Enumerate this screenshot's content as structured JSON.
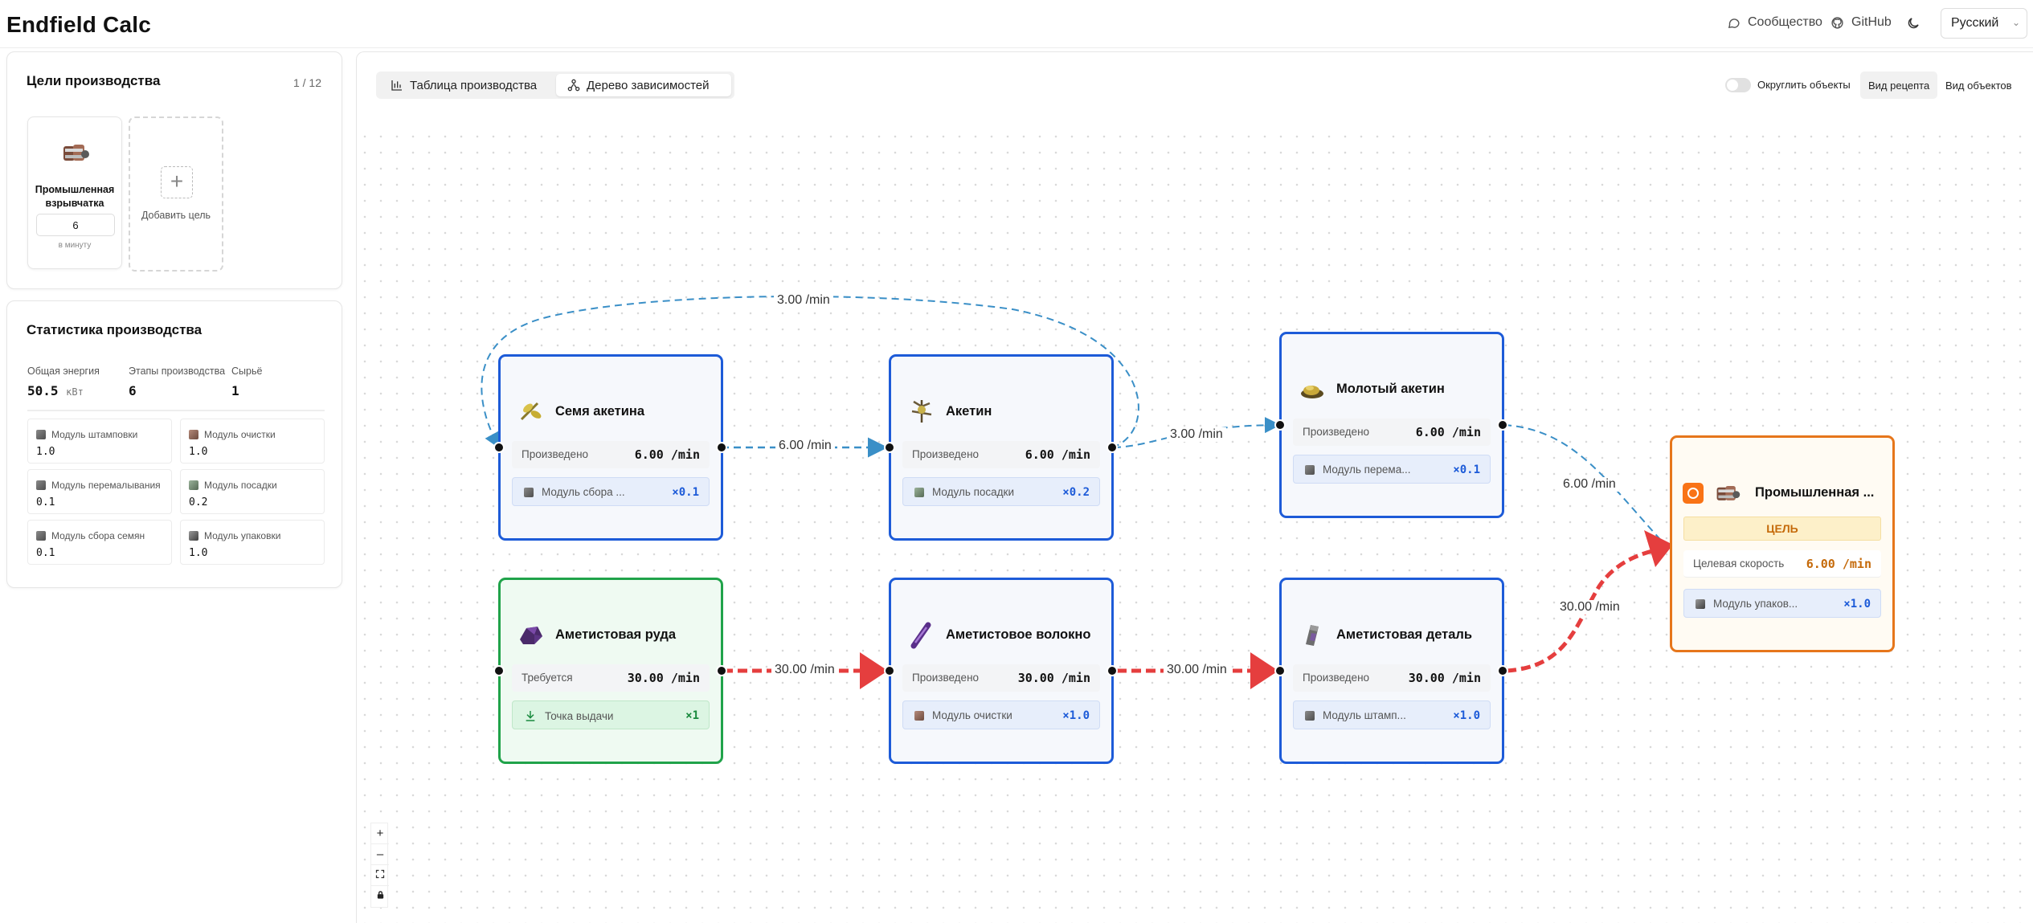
{
  "app": {
    "title": "Endfield Calc"
  },
  "header": {
    "community": "Сообщество",
    "github": "GitHub",
    "language": "Русский"
  },
  "goals": {
    "title": "Цели производства",
    "count": "1 / 12",
    "items": [
      {
        "name": "Промышленная взрывчатка",
        "value": "6",
        "unit": "в минуту"
      }
    ],
    "add_label": "Добавить цель"
  },
  "stats": {
    "title": "Статистика производства",
    "energy_label": "Общая энергия",
    "energy_value": "50.5",
    "energy_unit": "кВт",
    "stages_label": "Этапы производства",
    "stages_value": "6",
    "raw_label": "Сырьё",
    "raw_value": "1",
    "modules": [
      {
        "name": "Модуль штамповки",
        "value": "1.0"
      },
      {
        "name": "Модуль очистки",
        "value": "1.0"
      },
      {
        "name": "Модуль перемалывания",
        "value": "0.1"
      },
      {
        "name": "Модуль посадки",
        "value": "0.2"
      },
      {
        "name": "Модуль сбора семян",
        "value": "0.1"
      },
      {
        "name": "Модуль упаковки",
        "value": "1.0"
      }
    ]
  },
  "toolbar": {
    "tab_table": "Таблица производства",
    "tab_tree": "Дерево зависимостей",
    "round_label": "Округлить объекты",
    "view_recipe": "Вид рецепта",
    "view_objects": "Вид объектов"
  },
  "nodes": {
    "seed": {
      "title": "Семя акетина",
      "row_label": "Произведено",
      "row_value": "6.00 /min",
      "module": "Модуль сбора ...",
      "mult": "×0.1"
    },
    "aketin": {
      "title": "Акетин",
      "row_label": "Произведено",
      "row_value": "6.00 /min",
      "module": "Модуль посадки",
      "mult": "×0.2"
    },
    "ground": {
      "title": "Молотый акетин",
      "row_label": "Произведено",
      "row_value": "6.00 /min",
      "module": "Модуль перема...",
      "mult": "×0.1"
    },
    "ore": {
      "title": "Аметистовая руда",
      "row_label": "Требуется",
      "row_value": "30.00 /min",
      "module": "Точка выдачи",
      "mult": "×1"
    },
    "fiber": {
      "title": "Аметистовое волокно",
      "row_label": "Произведено",
      "row_value": "30.00 /min",
      "module": "Модуль очистки",
      "mult": "×1.0"
    },
    "part": {
      "title": "Аметистовая деталь",
      "row_label": "Произведено",
      "row_value": "30.00 /min",
      "module": "Модуль штамп...",
      "mult": "×1.0"
    },
    "goal": {
      "title": "Промышленная ...",
      "badge": "ЦЕЛЬ",
      "row_label": "Целевая скорость",
      "row_value": "6.00 /min",
      "module": "Модуль упаков...",
      "mult": "×1.0"
    }
  },
  "edges": {
    "loop": "3.00 /min",
    "seed_aketin": "6.00 /min",
    "aketin_ground": "3.00 /min",
    "ground_goal": "6.00 /min",
    "ore_fiber": "30.00 /min",
    "fiber_part": "30.00 /min",
    "part_goal": "30.00 /min"
  },
  "zoom": {
    "plus": "+",
    "minus": "–"
  },
  "colors": {
    "blue": "#1d5bd8",
    "green": "#20a34a",
    "orange": "#e6761b",
    "red": "#e53e3e",
    "dashed_blue": "#3a8fc7"
  }
}
